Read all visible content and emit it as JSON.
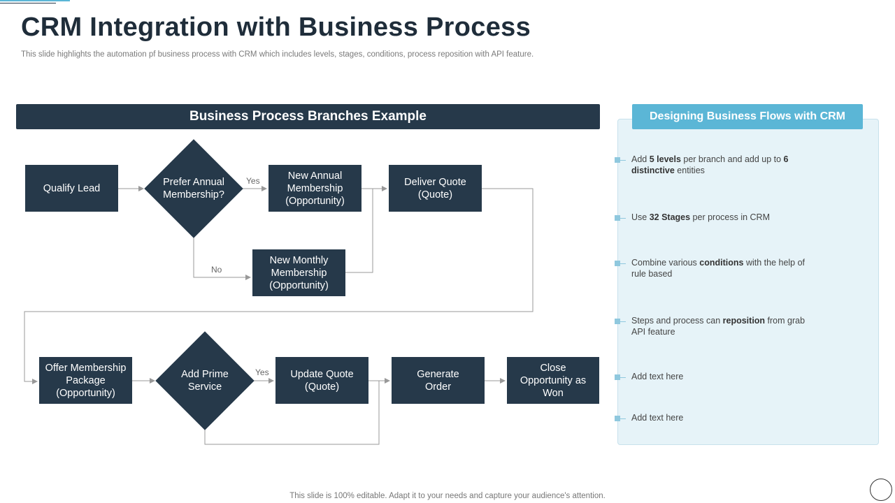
{
  "header": {
    "title": "CRM Integration with Business Process",
    "subtitle": "This slide highlights the automation pf business process with CRM which includes levels, stages, conditions, process reposition with API feature."
  },
  "flow": {
    "section_title": "Business Process Branches Example",
    "nodes": {
      "qualify_lead": "Qualify Lead",
      "prefer_annual": "Prefer Annual Membership?",
      "new_annual": "New Annual Membership (Opportunity)",
      "deliver_quote": "Deliver Quote (Quote)",
      "new_monthly": "New Monthly Membership (Opportunity)",
      "offer_package": "Offer Membership Package (Opportunity)",
      "add_prime": "Add Prime Service",
      "update_quote": "Update Quote (Quote)",
      "generate_order": "Generate Order",
      "close_won": "Close Opportunity as Won"
    },
    "labels": {
      "yes1": "Yes",
      "no1": "No",
      "yes2": "Yes"
    }
  },
  "panel": {
    "title": "Designing Business Flows with CRM",
    "items": [
      {
        "pre": "Add ",
        "b1": "5 levels",
        "mid": " per branch and add up to ",
        "b2": "6 distinctive",
        "post": " entities"
      },
      {
        "pre": "Use ",
        "b1": "32 Stages",
        "mid": " per process in CRM",
        "b2": "",
        "post": ""
      },
      {
        "pre": "Combine various ",
        "b1": "conditions",
        "mid": " with the help of rule based",
        "b2": "",
        "post": ""
      },
      {
        "pre": "Steps and process can ",
        "b1": "reposition",
        "mid": " from grab API feature",
        "b2": "",
        "post": ""
      },
      {
        "pre": "Add text here",
        "b1": "",
        "mid": "",
        "b2": "",
        "post": ""
      },
      {
        "pre": "Add text here",
        "b1": "",
        "mid": "",
        "b2": "",
        "post": ""
      }
    ]
  },
  "footer": {
    "text": "This slide is 100% editable. Adapt it to your needs and capture your audience's attention."
  },
  "colors": {
    "dark": "#26394a",
    "accent": "#5bb6d6",
    "panel_bg": "#e6f3f8",
    "bullet": "#8fc8de"
  }
}
